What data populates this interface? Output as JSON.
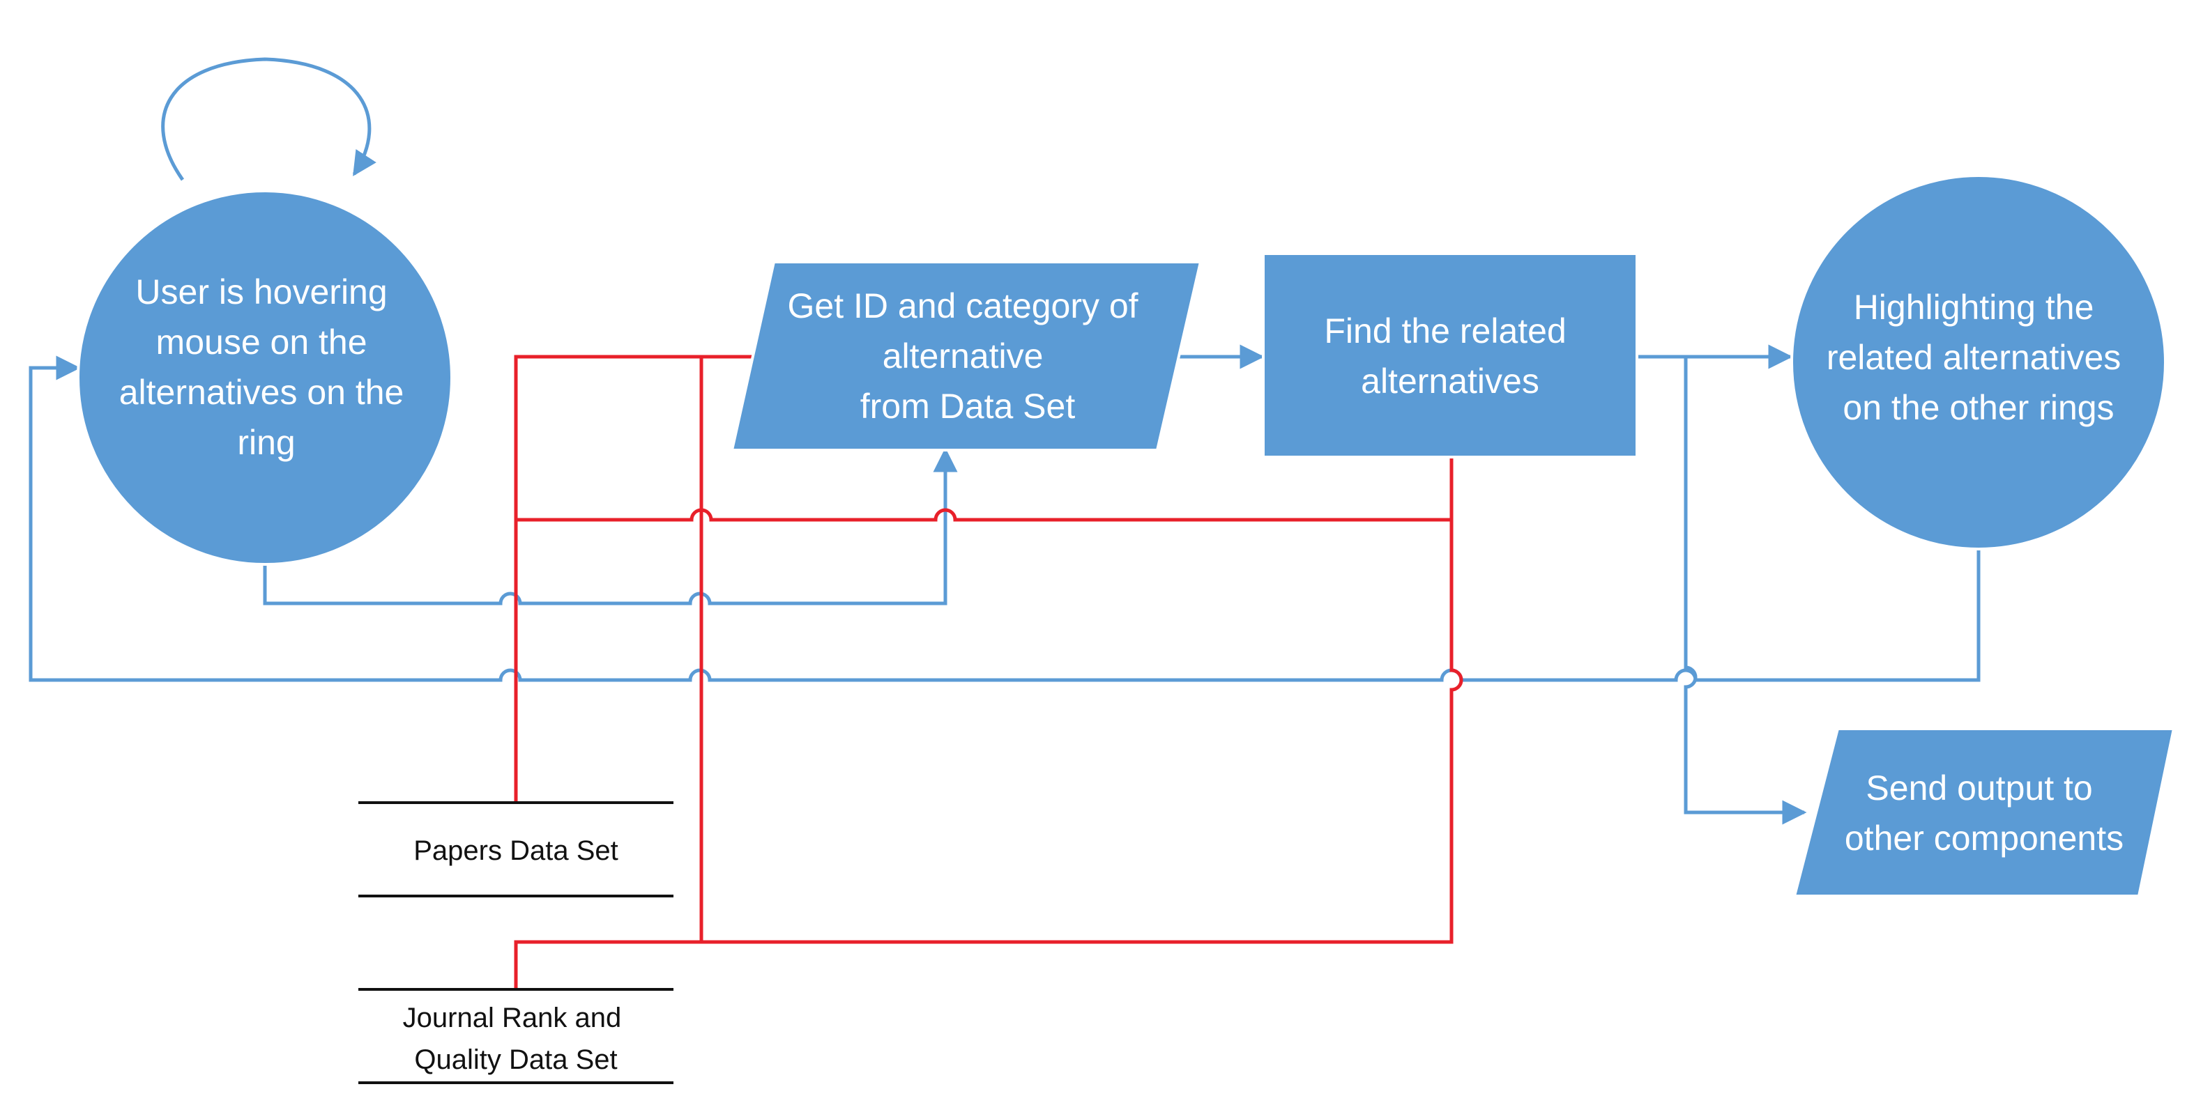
{
  "diagram": {
    "start_node": {
      "lines": [
        "User is hovering",
        "mouse on the",
        "alternatives on the",
        "ring"
      ]
    },
    "get_id_node": {
      "lines": [
        "Get ID and category of",
        "alternative",
        "from Data Set"
      ]
    },
    "find_related_node": {
      "lines": [
        "Find the related",
        "alternatives"
      ]
    },
    "highlight_node": {
      "lines": [
        "Highlighting the",
        "related alternatives",
        "on the other rings"
      ]
    },
    "send_output_node": {
      "lines": [
        "Send output to",
        "other components"
      ]
    },
    "papers_store": {
      "lines": [
        "Papers Data Set"
      ]
    },
    "journal_store": {
      "lines": [
        "Journal Rank and",
        "Quality Data Set"
      ]
    }
  },
  "colors": {
    "process_fill": "#5b9bd5",
    "flow_line": "#5b9bd5",
    "data_line": "#e8202a"
  }
}
